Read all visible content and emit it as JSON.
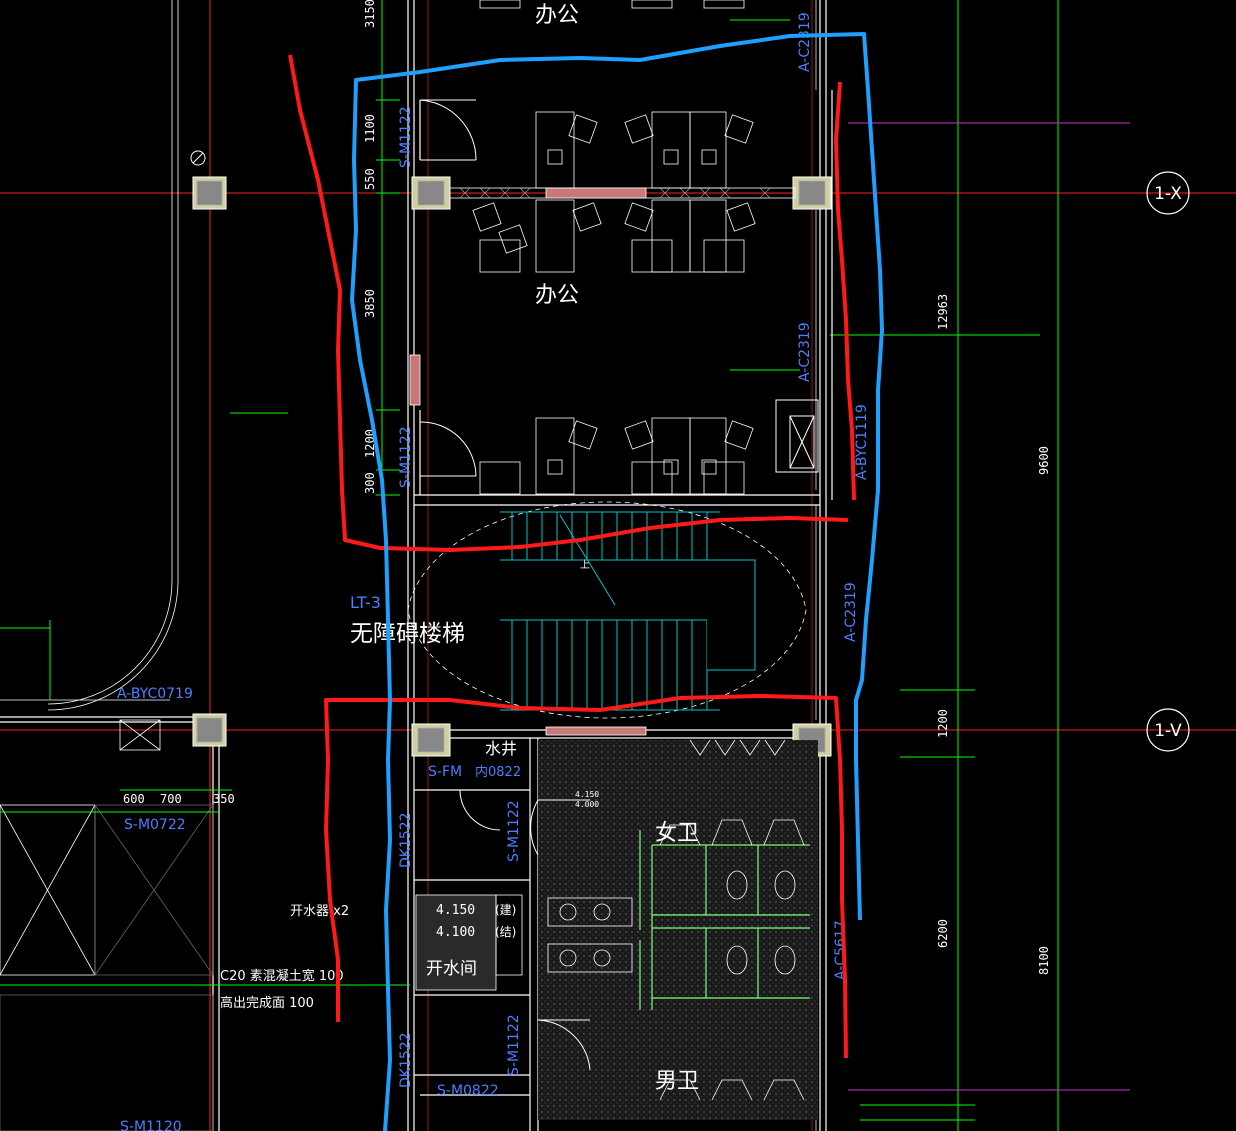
{
  "colors": {
    "background": "#000000",
    "wall": "#ffffff",
    "axis": "#ff2020",
    "dimension": "#00ff00",
    "blue_label": "#4a7fff",
    "column_fill": "#d9d98c",
    "green_wall": "#7cff7c",
    "stair": "#00c8c8",
    "markup_blue": "#1fa0ff",
    "markup_red": "#ff1a1a",
    "magenta": "#cc33cc"
  },
  "rooms": {
    "office_top": "办公",
    "office_main": "办公",
    "stair_name": "无障碍楼梯",
    "stair_code": "LT-3",
    "pipe_shaft": "水井",
    "pipe_shaft_door": "内0822",
    "female_wc": "女卫",
    "male_wc": "男卫",
    "water_room": "开水间"
  },
  "door_tags": {
    "office_door_1": "S-M1122",
    "office_door_2": "S-M1122",
    "shaft_door": "S-FM",
    "wc_door_1": "S-M1122",
    "wc_door_2": "S-M1122",
    "corridor_door_1": "DK1522",
    "corridor_door_2": "DK1522",
    "left_door": "S-M0722",
    "bottom_door": "S-M0822",
    "bottom_left_door": "S-M1120"
  },
  "window_tags": {
    "top_right": "A-C2319",
    "mid_right": "A-C2319",
    "stair_right": "A-C2319",
    "wc_right": "A-C5617",
    "ac_box": "A-BYC1119",
    "left_ac_box": "A-BYC0719"
  },
  "dims_left": [
    "3150",
    "1100",
    "550",
    "3850",
    "1200",
    "300"
  ],
  "dims_right": {
    "d12963": "12963",
    "d9600": "9600",
    "d1200": "1200",
    "d6200": "6200",
    "d8100": "8100"
  },
  "dims_small": [
    "600",
    "700",
    "350"
  ],
  "grid_labels": {
    "g1x": "1-X",
    "g1v": "1-V"
  },
  "notes": {
    "water_heater": "开水器 x2",
    "floor_spec_1": "C20 素混凝土宽 100",
    "floor_spec_2": "高出完成面 100",
    "level_1": "4.150",
    "level_2": "4.100",
    "level_2_note": "(结)",
    "level_1_note": "(建)",
    "wc_level_1": "4.150",
    "wc_level_2": "4.000",
    "stair_up": "上"
  }
}
